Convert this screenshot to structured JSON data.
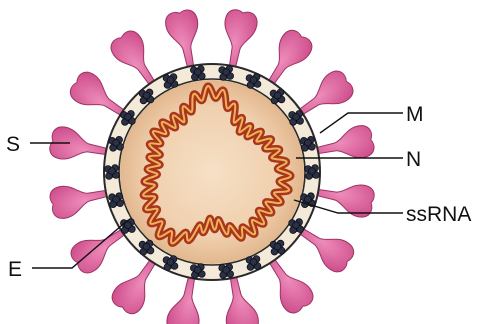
{
  "labels": {
    "S": "S",
    "M": "M",
    "N": "N",
    "ssRNA": "ssRNA",
    "E": "E"
  },
  "colors": {
    "spike": "#d9609b",
    "spike_edge": "#9a3463",
    "membrane_ring": "#f3ead9",
    "membrane_edge": "#2a2a2a",
    "protein_clusters": "#2b3045",
    "core_center": "#f3d8bd",
    "core_edge": "#e4bf98",
    "rna_coil": "#c2481f",
    "rna_highlight": "#f0b15c",
    "leader_line": "#111111"
  },
  "icons": {
    "spike": "spike-protein-icon",
    "cluster": "membrane-protein-cluster-icon"
  }
}
